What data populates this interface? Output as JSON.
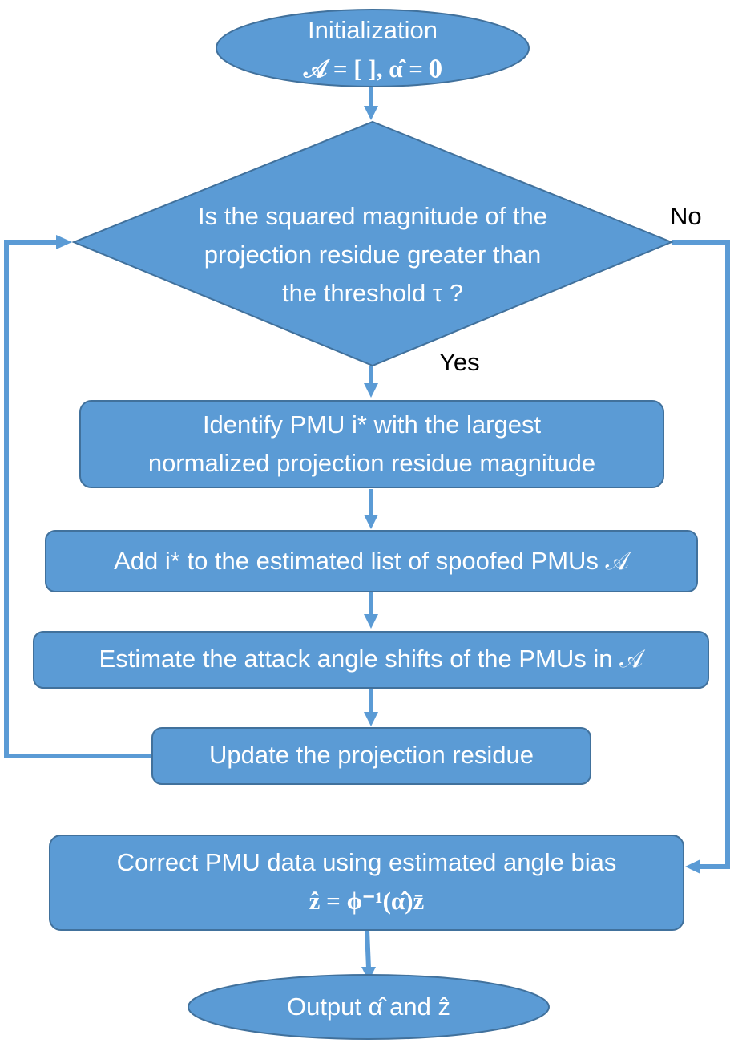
{
  "start": {
    "title": "Initialization",
    "math": "𝒜 = [ ], α̂ = 𝟎"
  },
  "decision": {
    "lines": [
      "Is the squared magnitude of the",
      "projection residue greater than",
      "the threshold τ ?"
    ]
  },
  "edges": {
    "yes_label": "Yes",
    "no_label": "No"
  },
  "steps": [
    {
      "lines": [
        "Identify PMU i* with the largest",
        "normalized projection residue magnitude"
      ]
    },
    {
      "lines": [
        "Add i* to the estimated list of spoofed PMUs 𝒜"
      ]
    },
    {
      "lines": [
        "Estimate the attack angle shifts of the PMUs in 𝒜"
      ]
    },
    {
      "lines": [
        "Update the projection residue"
      ]
    }
  ],
  "correct": {
    "lines": [
      "Correct PMU data using estimated angle bias",
      "ẑ = ϕ⁻¹(α̂)z̄"
    ]
  },
  "end": {
    "text": "Output α̂ and ẑ"
  },
  "colors": {
    "node_fill": "#5B9BD5",
    "node_border": "#41719C",
    "edge": "#5B9BD5",
    "text_on_node": "#ffffff"
  }
}
